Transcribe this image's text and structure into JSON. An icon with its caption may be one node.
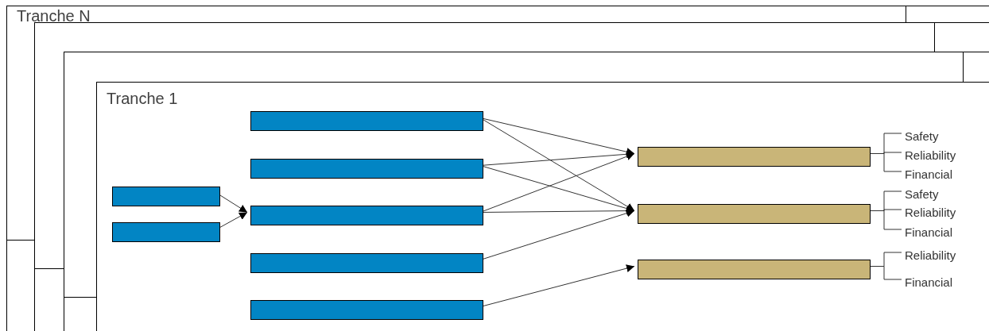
{
  "diagram": {
    "nodes": [
      {
        "text": [
          "Tranche N"
        ]
      },
      {
        "text": [],
        "shape": "box",
        "in": 0
      },
      {
        "text": [],
        "shape": "box",
        "in": 1
      },
      {
        "text": [
          "Tranche 1"
        ],
        "in": 2
      },
      {
        "text": [],
        "shape": "bar",
        "in": 3
      },
      {
        "text": [],
        "shape": "bar",
        "in": 3
      },
      {
        "text": [],
        "shape": "bar",
        "in": 3
      },
      {
        "text": [],
        "shape": "bar",
        "in": 3
      },
      {
        "text": [],
        "shape": "bar",
        "in": 3
      },
      {
        "text": [],
        "shape": "bar",
        "in": 3
      },
      {
        "text": [],
        "shape": "bar",
        "in": 3
      },
      {
        "text": [],
        "shape": "bar",
        "in": 3
      },
      {
        "text": [],
        "shape": "bar",
        "in": 3
      },
      {
        "text": [],
        "shape": "bar",
        "in": 3
      },
      {
        "text": [
          "Safety"
        ],
        "in": 3
      },
      {
        "text": [
          "Reliability"
        ],
        "in": 3
      },
      {
        "text": [
          "Financial"
        ],
        "in": 3
      },
      {
        "text": [
          "Safety"
        ],
        "in": 3
      },
      {
        "text": [
          "Reliability"
        ],
        "in": 3
      },
      {
        "text": [
          "Financial"
        ],
        "in": 3
      },
      {
        "text": [
          "Reliability"
        ],
        "in": 3
      },
      {
        "text": [
          "Financial"
        ],
        "in": 3
      }
    ],
    "edges": [
      {
        "from": 4,
        "to": 8,
        "arrow": "to"
      },
      {
        "from": 5,
        "to": 8,
        "arrow": "to"
      },
      {
        "from": 6,
        "to": 11,
        "arrow": "to"
      },
      {
        "from": 6,
        "to": 12,
        "arrow": "to"
      },
      {
        "from": 7,
        "to": 11,
        "arrow": "to"
      },
      {
        "from": 7,
        "to": 12,
        "arrow": "to"
      },
      {
        "from": 8,
        "to": 11,
        "arrow": "to"
      },
      {
        "from": 8,
        "to": 12,
        "arrow": "to"
      },
      {
        "from": 9,
        "to": 12,
        "arrow": "to"
      },
      {
        "from": 10,
        "to": 13,
        "arrow": "to"
      },
      {
        "from": 11,
        "to": 14,
        "arrow": "none"
      },
      {
        "from": 11,
        "to": 15,
        "arrow": "none"
      },
      {
        "from": 11,
        "to": 16,
        "arrow": "none"
      },
      {
        "from": 12,
        "to": 17,
        "arrow": "none"
      },
      {
        "from": 12,
        "to": 18,
        "arrow": "none"
      },
      {
        "from": 12,
        "to": 19,
        "arrow": "none"
      },
      {
        "from": 13,
        "to": 20,
        "arrow": "none"
      },
      {
        "from": 13,
        "to": 21,
        "arrow": "none"
      }
    ]
  }
}
